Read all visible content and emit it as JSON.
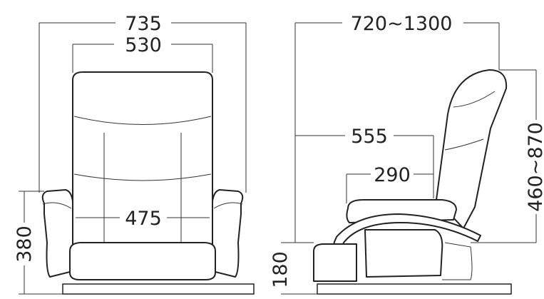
{
  "front_view": {
    "overall_width": "735",
    "back_width": "530",
    "seat_width": "475",
    "arm_height": "380"
  },
  "side_view": {
    "depth_range": "720~1300",
    "seat_depth": "555",
    "seat_surface_depth": "290",
    "height_range": "460~870",
    "seat_height": "180"
  }
}
